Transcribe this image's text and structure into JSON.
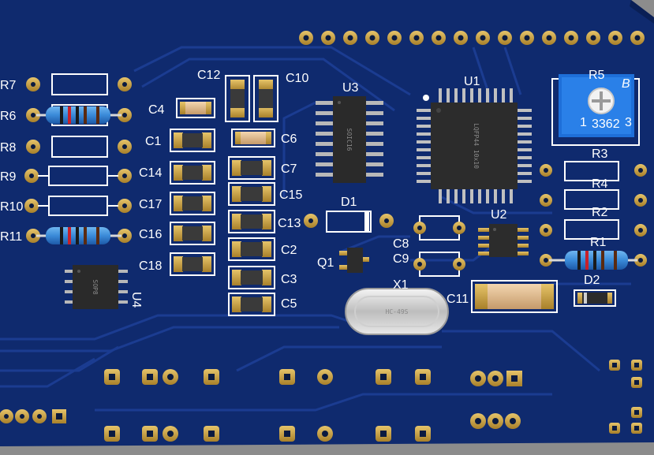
{
  "labels": {
    "R7": "R7",
    "R6": "R6",
    "R8": "R8",
    "R9": "R9",
    "R10": "R10",
    "R11": "R11",
    "C12": "C12",
    "C10": "C10",
    "C4": "C4",
    "C1": "C1",
    "C14": "C14",
    "C17": "C17",
    "C16": "C16",
    "C18": "C18",
    "C6": "C6",
    "C7": "C7",
    "C15": "C15",
    "C13": "C13",
    "C2": "C2",
    "C3": "C3",
    "C5": "C5",
    "U3": "U3",
    "U1": "U1",
    "U2": "U2",
    "U4": "U4",
    "D1": "D1",
    "D2": "D2",
    "Q1": "Q1",
    "X1": "X1",
    "C8": "C8",
    "C9": "C9",
    "C11": "C11",
    "R5": "R5",
    "R3": "R3",
    "R4": "R4",
    "R2": "R2",
    "R1": "R1"
  },
  "chip_marks": {
    "U3": "SOIC16",
    "U1": "LQFP44 10x10",
    "U4": "SOP8",
    "X1": "HC-49S"
  },
  "pot": {
    "value": "3362",
    "logo": "B",
    "pin1": "1",
    "pin3": "3"
  },
  "colors": {
    "board": "#0f2a6e",
    "board_edge": "#0a1f55",
    "trace": "#1a3a8c",
    "pad": "#c9a043",
    "silk": "#ffffff",
    "background": "#8c8c8c",
    "pot_body": "#1e6fd9"
  }
}
